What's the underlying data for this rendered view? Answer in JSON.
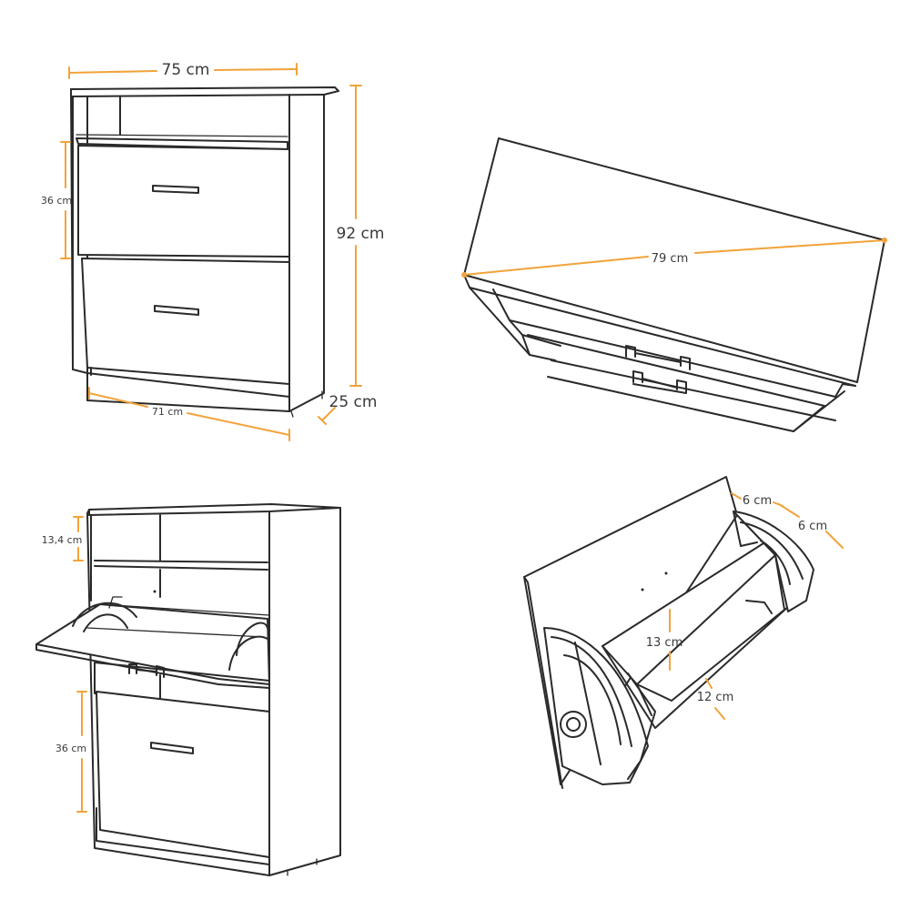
{
  "colors": {
    "dimension_line": "#F2A33A",
    "outline": "#2A2A2A",
    "background": "#FFFFFF",
    "label": "#3A3A3A"
  },
  "views": {
    "front": {
      "width_top": "75 cm",
      "height": "92 cm",
      "door_height": "36 cm",
      "width_bottom": "71 cm",
      "depth": "25 cm"
    },
    "top": {
      "diagonal": "79 cm"
    },
    "open": {
      "shelf_height": "13,4 cm",
      "door_height": "36 cm"
    },
    "rack": {
      "depth_a": "6 cm",
      "depth_b": "6 cm",
      "inner_height": "13 cm",
      "inner_depth": "12 cm"
    }
  }
}
